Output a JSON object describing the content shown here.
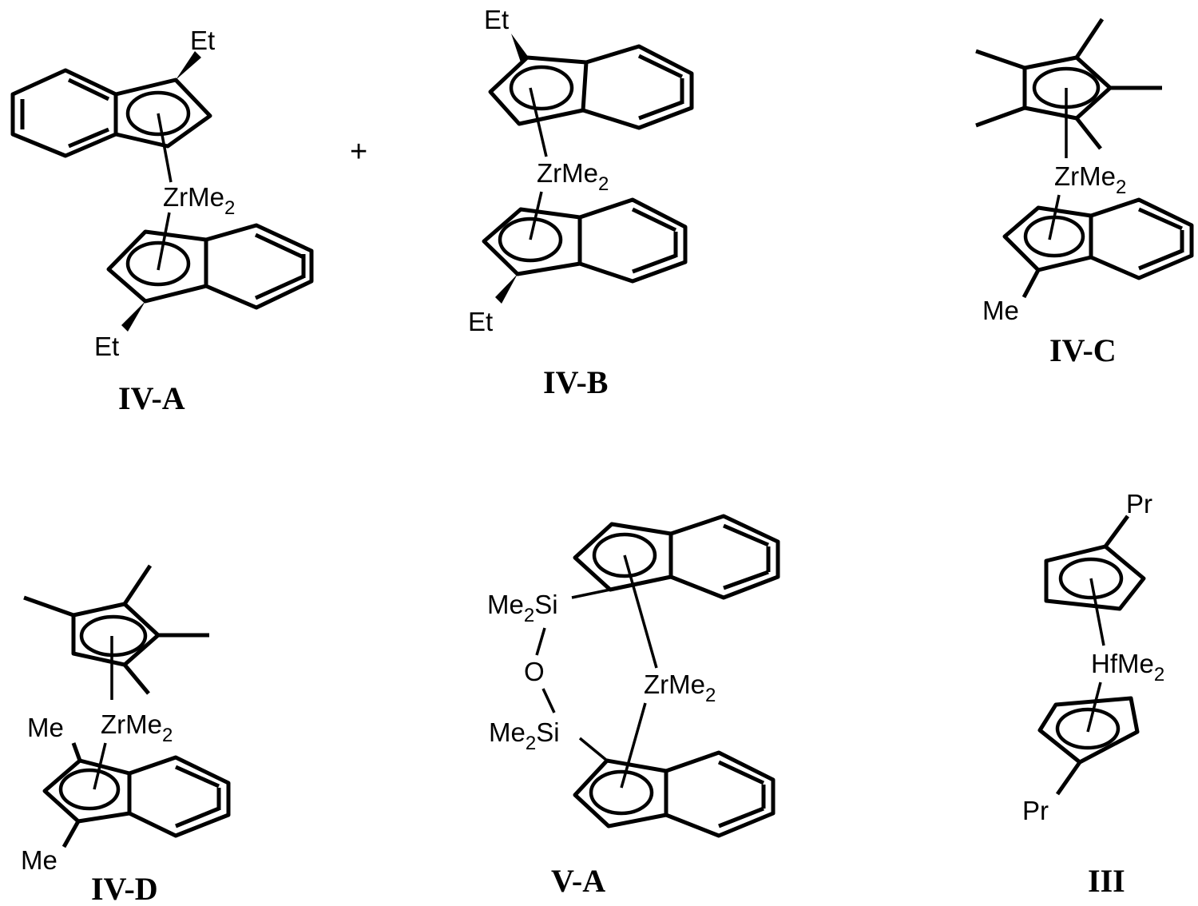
{
  "compounds": {
    "iv_a": {
      "label": "IV-A",
      "metal": "ZrMe",
      "metal_sub": "2",
      "sub_top": "Et",
      "sub_bottom": "Et"
    },
    "iv_b": {
      "label": "IV-B",
      "metal": "ZrMe",
      "metal_sub": "2",
      "sub_top": "Et",
      "sub_bottom": "Et"
    },
    "iv_c": {
      "label": "IV-C",
      "metal": "ZrMe",
      "metal_sub": "2",
      "sub_bottom": "Me"
    },
    "iv_d": {
      "label": "IV-D",
      "metal": "ZrMe",
      "metal_sub": "2",
      "sub_a": "Me",
      "sub_b": "Me"
    },
    "v_a": {
      "label": "V-A",
      "metal": "ZrMe",
      "metal_sub": "2",
      "si_top": "Me",
      "si_top_sub": "2",
      "si_top_tail": "Si",
      "oxygen": "O",
      "si_bottom": "Me",
      "si_bottom_sub": "2",
      "si_bottom_tail": "Si"
    },
    "iii": {
      "label": "III",
      "metal": "HfMe",
      "metal_sub": "2",
      "sub_top": "Pr",
      "sub_bottom": "Pr"
    }
  },
  "plus_sign": "+"
}
